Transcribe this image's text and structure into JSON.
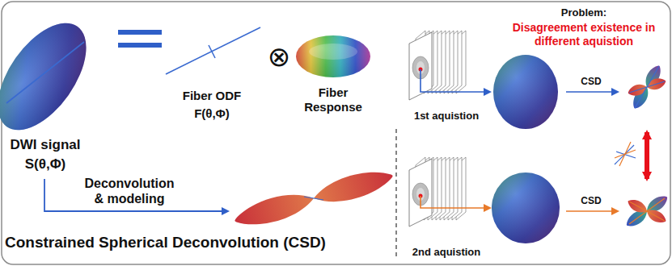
{
  "diagram": {
    "labels": [
      "DWI signal",
      "S(θ,Φ)",
      "Fiber ODF",
      "F(θ,Φ)",
      "⊗",
      "Fiber Response",
      "Deconvolution & modeling",
      "Constrained Spherical Deconvolution (CSD)",
      "Problem:",
      "Disagreement existence in different aquistion",
      "1st aquistion",
      "2nd aquistion",
      "CSD",
      "CSD"
    ]
  }
}
